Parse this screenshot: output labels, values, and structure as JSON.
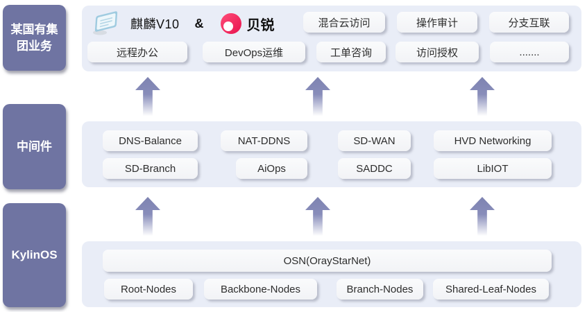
{
  "left_rail": {
    "business_line1": "某国有集",
    "business_line2": "团业务",
    "middleware": "中间件",
    "os": "KylinOS"
  },
  "top_panel": {
    "kylin_product": "麒麟V10",
    "ampersand": "&",
    "oray_brand": "贝锐",
    "chips_row1": [
      "混合云访问",
      "操作审计",
      "分支互联"
    ],
    "chips_row2": [
      "远程办公",
      "DevOps运维",
      "工单咨询",
      "访问授权",
      "......."
    ]
  },
  "middleware_panel": {
    "chips_row1": [
      "DNS-Balance",
      "NAT-DDNS",
      "SD-WAN",
      "HVD Networking"
    ],
    "chips_row2": [
      "SD-Branch",
      "AiOps",
      "SADDC",
      "LibIOT"
    ]
  },
  "os_panel": {
    "osn": "OSN(OrayStarNet)",
    "nodes": [
      "Root-Nodes",
      "Backbone-Nodes",
      "Branch-Nodes",
      "Shared-Leaf-Nodes"
    ]
  },
  "icons": {
    "kylin_logo": "kylin-laptop-icon",
    "oray_logo": "oray-circle-icon"
  },
  "colors": {
    "panel_bg": "#e9edf7",
    "rail_block_bg": "#6f74a2",
    "arrow": "#8287b4",
    "chip_bg": "#f6f7f9",
    "chip_text": "#2d2d2d",
    "oray_pink": "#f5215c"
  }
}
